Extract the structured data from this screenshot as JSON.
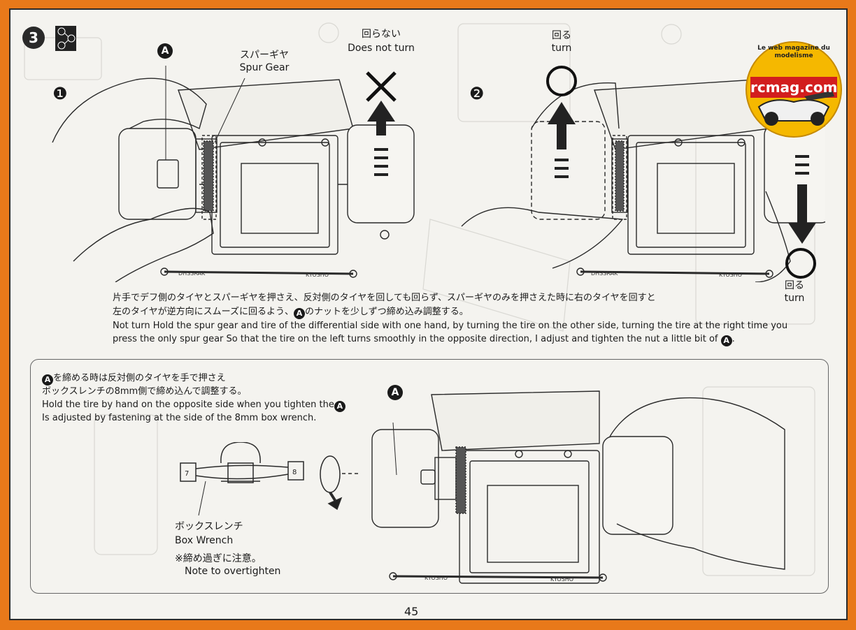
{
  "step": {
    "number": "3",
    "sub1": "❶",
    "sub2": "❷"
  },
  "marker_A": "A",
  "labels": {
    "spur_gear_jp": "スパーギヤ",
    "spur_gear_en": "Spur Gear",
    "does_not_turn_jp": "回らない",
    "does_not_turn_en": "Does not turn",
    "turn_top_jp": "回る",
    "turn_top_en": "turn",
    "turn_bottom_jp": "回る",
    "turn_bottom_en": "turn",
    "box_wrench_jp": "ボックスレンチ",
    "box_wrench_en": "Box Wrench",
    "overtighten_jp": "※締め過ぎに注意。",
    "overtighten_en": "Note to overtighten",
    "wrench_size_left": "7",
    "wrench_size_right": "8"
  },
  "instructions": {
    "jp_line1": "片手でデフ側のタイヤとスパーギヤを押さえ、反対側のタイヤを回しても回らず、スパーギヤのみを押さえた時に右のタイヤを回すと",
    "jp_line2a": "左のタイヤが逆方向にスムーズに回るよう、",
    "jp_line2b": "のナットを少しずつ締め込み調整する。",
    "en_line1": "Not turn Hold the spur gear and tire of the differential side with one hand, by turning the tire on the other side, turning the tire at the right time you",
    "en_line2": "press the only spur gear So that the tire on the left turns smoothly in the opposite direction, I adjust and tighten the nut a little bit of"
  },
  "tip": {
    "jp_line1": "を締める時は反対側のタイヤを手で押さえ",
    "jp_line2": "ボックスレンチの8mm側で締め込んで調整する。",
    "en_line1": "Hold the tire by hand on the opposite side when you tighten the",
    "en_line2": "Is adjusted by fastening at the side of the 8mm box wrench."
  },
  "watermark": {
    "brand": "rcmag.com",
    "tagline": "Le web magazine du modelisme"
  },
  "chassis_brand": "KYOSHO",
  "page_number": "45",
  "colors": {
    "frame": "#e8791a",
    "ink": "#1a1a1a",
    "paper": "#f4f3ef",
    "brand_red": "#d21e1e",
    "brand_yellow": "#f5b800"
  }
}
